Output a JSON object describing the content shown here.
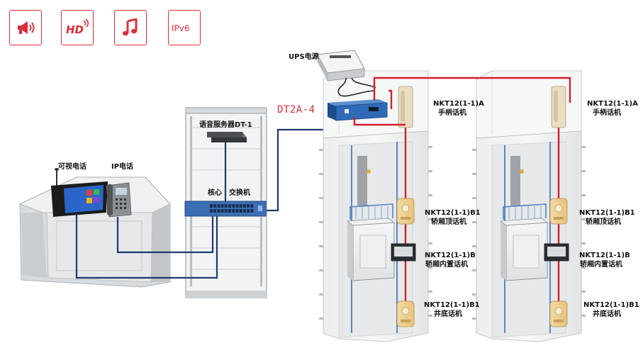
{
  "badges": [
    {
      "icon": "megaphone-icon"
    },
    {
      "icon": "hd-icon",
      "text": "HD"
    },
    {
      "icon": "music-note-icon"
    },
    {
      "icon": "ipv6-icon",
      "text": "IPv6"
    }
  ],
  "labels": {
    "ups": "UPS电源",
    "dt2a": "DT2A-4",
    "voice_server": "语音服务器DT-1",
    "core": "核心",
    "switch": "交换机",
    "video_phone": "可视电话",
    "ip_phone": "IP电话"
  },
  "elevators": [
    {
      "handset_code": "NKT12(1-1)A",
      "handset_name": "手柄话机",
      "top_code": "NKT12(1-1)B1",
      "top_name": "轿厢顶话机",
      "car_code": "NKT12(1-1)B",
      "car_name": "轿厢内置话机",
      "pit_code": "NKT12(1-1)B1",
      "pit_name": "井底话机"
    },
    {
      "handset_code": "NKT12(1-1)A",
      "handset_name": "手柄话机",
      "top_code": "NKT12(1-1)B1",
      "top_name": "轿厢顶话机",
      "car_code": "NKT12(1-1)B",
      "car_name": "轿厢内置话机",
      "pit_code": "NKT12(1-1)B1",
      "pit_name": "井底话机"
    }
  ],
  "colors": {
    "accent_red": "#d6303a",
    "cable_navy": "#1f3a6b",
    "cable_red": "#d0202a"
  }
}
